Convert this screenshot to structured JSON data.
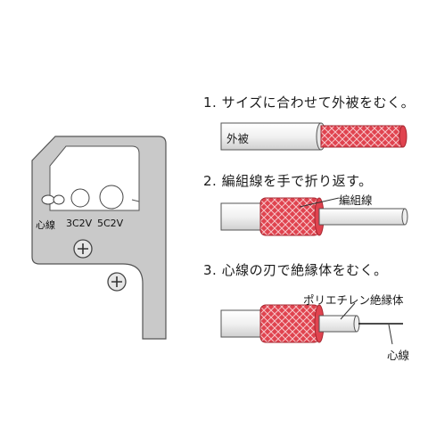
{
  "tool": {
    "labels": {
      "core": "心線",
      "size_small": "3C2V",
      "size_large": "5C2V"
    }
  },
  "steps": [
    {
      "text": "1. サイズに合わせて外被をむく。",
      "label": "外被"
    },
    {
      "text": "2. 編組線を手で折り返す。",
      "label": "編組線"
    },
    {
      "text": "3. 心線の刃で絶縁体をむく。",
      "label_insulator": "ポリエチレン絶縁体",
      "label_core": "心線"
    }
  ],
  "colors": {
    "tool_fill": "#c9c9c9",
    "tool_stroke": "#555555",
    "braid": "#e0434f",
    "jacket": "#f4f4f4",
    "line": "#333333"
  }
}
